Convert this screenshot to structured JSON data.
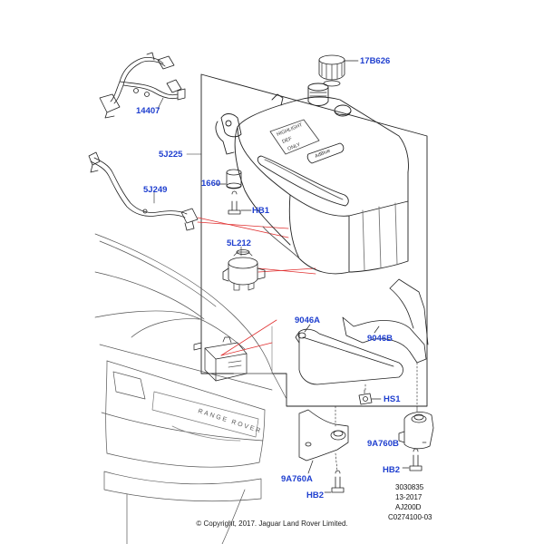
{
  "callouts": {
    "p17b626": "17B626",
    "p14407": "14407",
    "p5j225": "5J225",
    "p5j249": "5J249",
    "p1660": "1660",
    "hb1": "HB1",
    "p5l212": "5L212",
    "p9046a": "9046A",
    "p9046b": "9046B",
    "hs1": "HS1",
    "p9a760b": "9A760B",
    "hb2_right": "HB2",
    "p9a760a": "9A760A",
    "hb2_left": "HB2"
  },
  "reference": {
    "line1": "3030835",
    "line2": "13-2017",
    "line3": "AJ200D",
    "line4": "C0274100-03"
  },
  "copyright": "© Copyright, 2017. Jaguar Land Rover Limited.",
  "tank_embossing": [
    "HIGHLIGHT",
    "DEF",
    "ONLY",
    "AdBlue"
  ],
  "car_badge": "RANGE ROVER",
  "colors": {
    "callout_text": "#1f3fcf",
    "leader_red": "#e03030",
    "line_art": "#222222"
  }
}
